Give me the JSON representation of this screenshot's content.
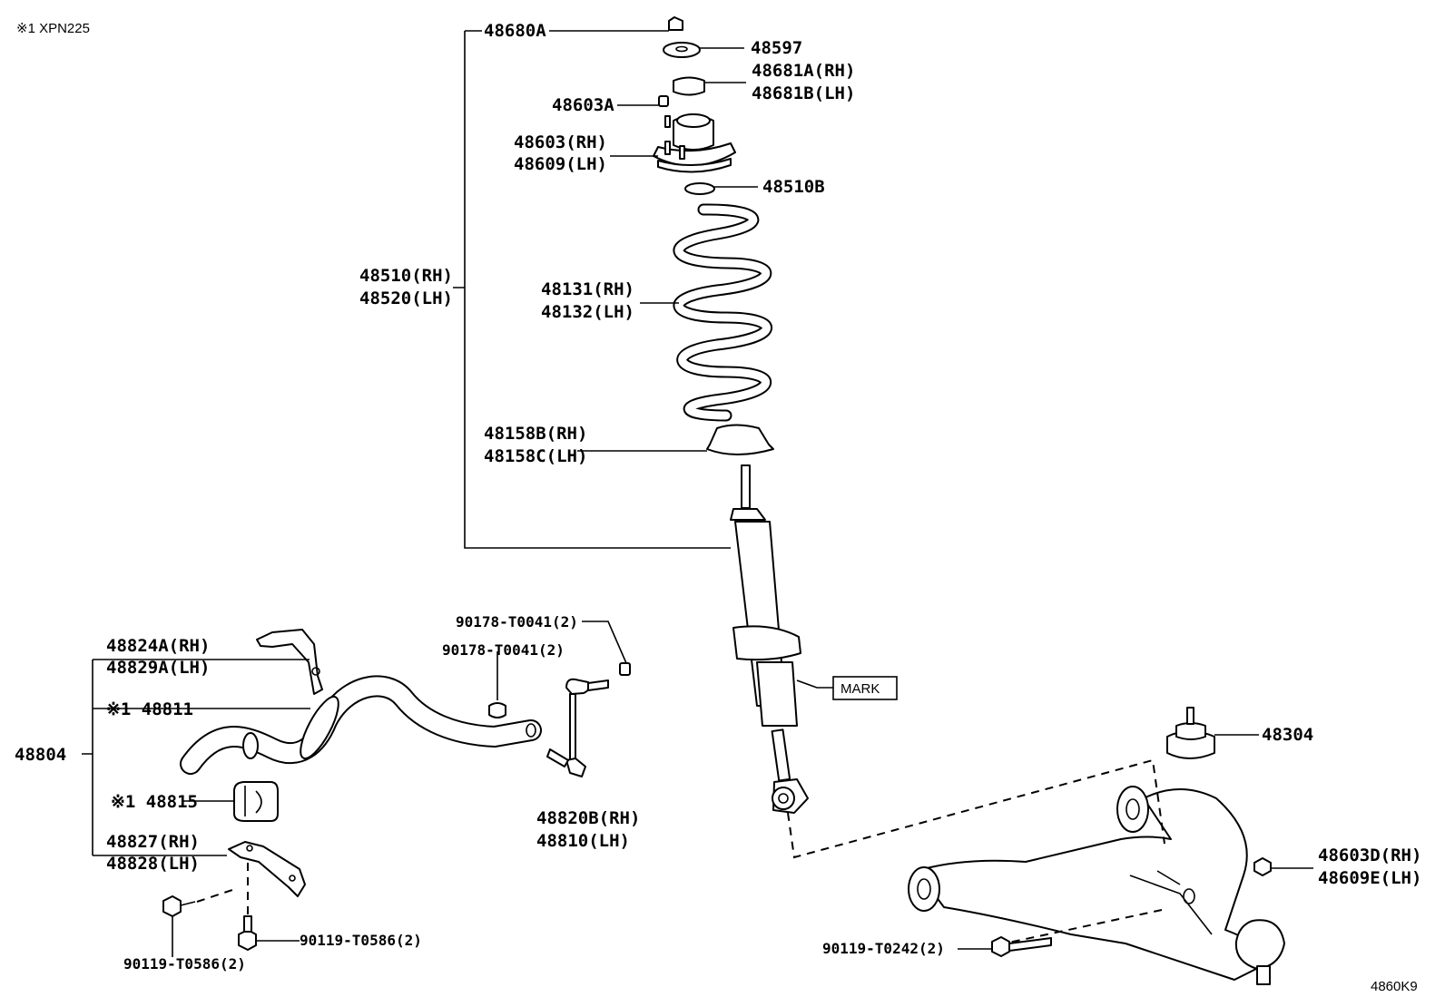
{
  "note": "※1 XPN225",
  "figure_code": "4860K9",
  "mark_label": "MARK",
  "labels": {
    "p48680A": "48680A",
    "p48597": "48597",
    "p48681A": "48681A(RH)",
    "p48681B": "48681B(LH)",
    "p48603A": "48603A",
    "p48603": "48603(RH)",
    "p48609": "48609(LH)",
    "p48510B": "48510B",
    "p48510": "48510(RH)",
    "p48520": "48520(LH)",
    "p48131": "48131(RH)",
    "p48132": "48132(LH)",
    "p48158B": "48158B(RH)",
    "p48158C": "48158C(LH)",
    "p90178a": "90178-T0041(2)",
    "p90178b": "90178-T0041(2)",
    "p48824A": "48824A(RH)",
    "p48829A": "48829A(LH)",
    "p48811": "※1 48811",
    "p48804": "48804",
    "p48815": "※1 48815",
    "p48827": "48827(RH)",
    "p48828": "48828(LH)",
    "p48820B": "48820B(RH)",
    "p48810": "48810(LH)",
    "p48304": "48304",
    "p48603D": "48603D(RH)",
    "p48609E": "48609E(LH)",
    "p90119a": "90119-T0586(2)",
    "p90119b": "90119-T0586(2)",
    "p90119c": "90119-T0242(2)"
  }
}
